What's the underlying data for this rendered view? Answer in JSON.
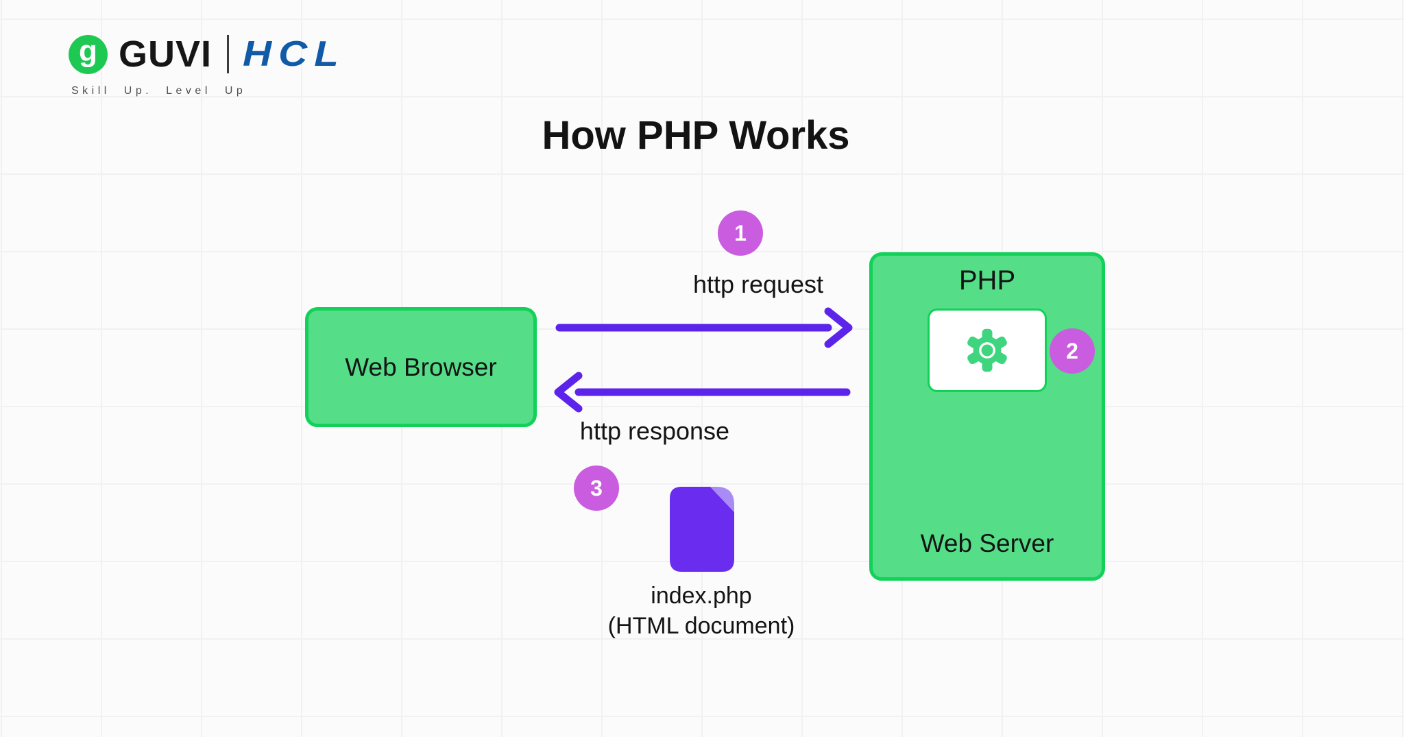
{
  "logo": {
    "icon_letter": "g",
    "brand": "GUVI",
    "partner": "HCL",
    "tagline": "Skill Up. Level Up"
  },
  "diagram": {
    "title": "How PHP Works",
    "browser": {
      "label": "Web Browser"
    },
    "server": {
      "label": "Web Server",
      "php_label": "PHP",
      "step": "2"
    },
    "request": {
      "step": "1",
      "label": "http request",
      "direction": "browser-to-server"
    },
    "response": {
      "step": "3",
      "label": "http response",
      "direction": "server-to-browser"
    },
    "document": {
      "filename": "index.php",
      "note": "(HTML document)"
    }
  },
  "icons": {
    "logo_mark": "guvi-g-icon",
    "gear": "gear-icon",
    "file": "file-icon",
    "request_arrow": "arrow-right-icon",
    "response_arrow": "arrow-left-icon"
  },
  "colors": {
    "background": "#FBFBFB",
    "grid_line": "#F1F1F1",
    "node_fill": "#55DD88",
    "node_border": "#12D159",
    "gear_green": "#3FD57F",
    "arrow_purple": "#5C23EB",
    "badge_magenta": "#C95CDF",
    "doc_purple": "#6A2DF0",
    "doc_fold": "#A98BF6",
    "guvi_green": "#1EC953",
    "hcl_blue": "#115AA8",
    "text": "#141414"
  }
}
